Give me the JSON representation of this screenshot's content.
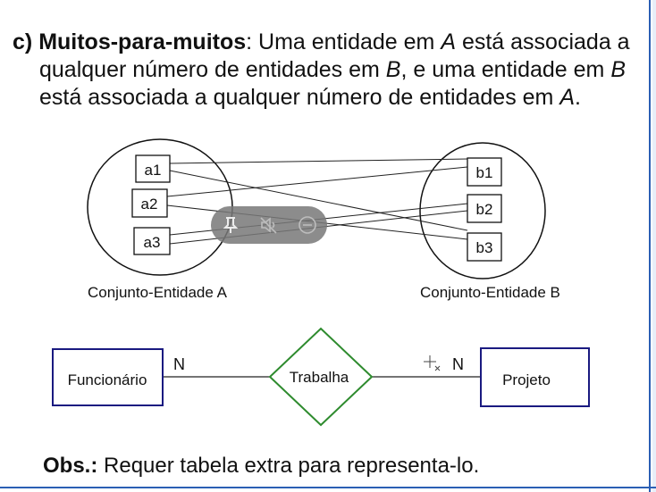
{
  "slide": {
    "item_prefix": "c)",
    "heading": "Muitos-para-muitos",
    "line1_rest_a": ": Uma entidade em ",
    "var_a": "A",
    "line1_rest_b": " está associada a",
    "line2_a": "qualquer número de entidades em ",
    "var_b": "B",
    "line2_b": ", e uma entidade em ",
    "var_b2": "B",
    "line3_a": "está associada a qualquer número de entidades em ",
    "var_a2": "A",
    "line3_b": "."
  },
  "mapping": {
    "set_a_items": [
      "a1",
      "a2",
      "a3"
    ],
    "set_b_items": [
      "b1",
      "b2",
      "b3"
    ],
    "set_a_label": "Conjunto-Entidade A",
    "set_b_label": "Conjunto-Entidade B"
  },
  "er": {
    "entity_left": "Funcionário",
    "relationship": "Trabalha",
    "entity_right": "Projeto",
    "card_left": "N",
    "card_right": "N"
  },
  "obs": {
    "label": "Obs.:",
    "text": " Requer tabela extra para representa-lo."
  },
  "colors": {
    "frame": "#2b5fb4",
    "diamond": "#2e8b2e",
    "entity_border": "#1a1a80",
    "overlay": "#787878"
  },
  "icons": [
    "pin-icon",
    "mute-icon",
    "minus-circle-icon"
  ]
}
